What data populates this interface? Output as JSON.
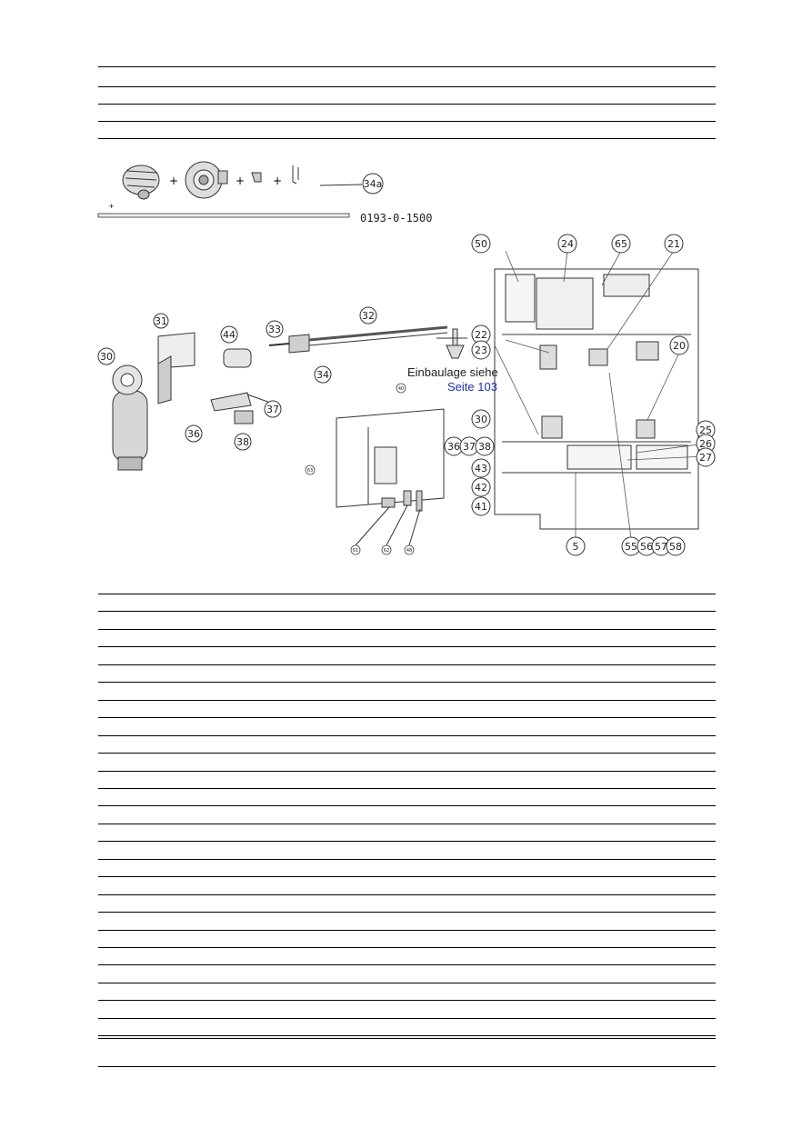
{
  "kit": {
    "callout": "34a",
    "part_number": "0193-0-1500"
  },
  "callouts": {
    "main": [
      "50",
      "24",
      "65",
      "21",
      "22",
      "23",
      "20",
      "30",
      "25",
      "26",
      "27",
      "36",
      "37",
      "38",
      "43",
      "42",
      "41",
      "5",
      "55",
      "56",
      "57",
      "58"
    ],
    "motor": [
      "31",
      "30",
      "44",
      "33",
      "32",
      "34",
      "36",
      "37",
      "38"
    ],
    "cover": [
      "40",
      "63",
      "61",
      "62",
      "48"
    ]
  },
  "note": {
    "line1": "Einbaulage siehe",
    "line2": "Seite 103"
  },
  "colors": {
    "link": "#1f2fb8",
    "line": "#000000"
  }
}
